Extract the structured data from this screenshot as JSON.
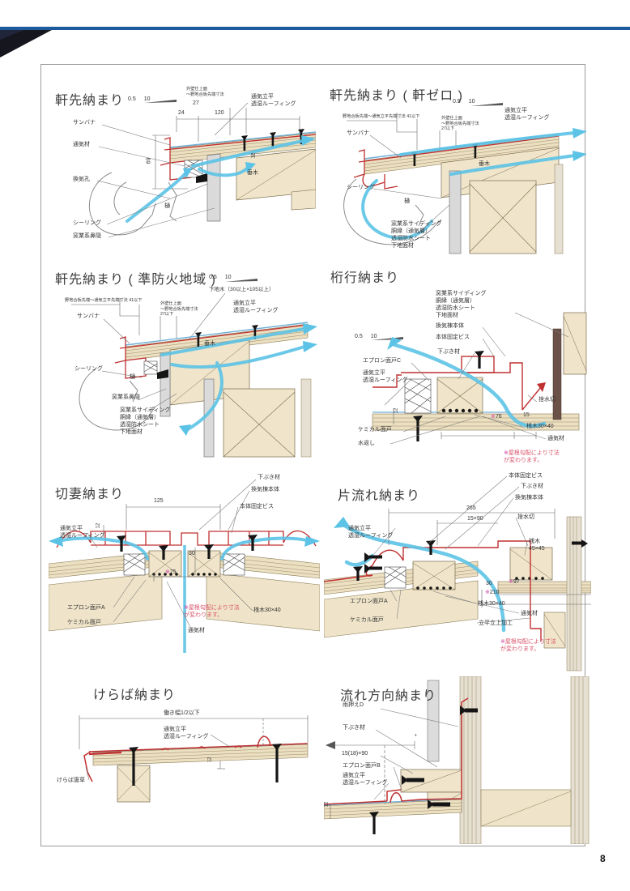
{
  "page": {
    "number": "8"
  },
  "marks": {
    "star": "※",
    "asterisk": "*"
  },
  "shared": {
    "tsuuki": "通気立平\n透湿ルーフィング",
    "list4": "窯業系サイディング\n胴縁（通気層）\n透湿防水シート\n下地面材",
    "note": "屋根勾配により寸法\nが変わります。"
  },
  "diagrams": {
    "d1": {
      "title": "軒先納まり",
      "scale_a": "0.5",
      "scale_b": "10",
      "wall_note": "外壁仕上面\n〜野地合板先端寸法",
      "dim27": "27",
      "dim24": "24",
      "dim120": "120",
      "dim69": "69",
      "dim12": "12",
      "tsuuki": "通気立平\n透湿ルーフィング",
      "sanbana": "サンバナ",
      "tsuukizai": "通気材",
      "kankikou": "換気孔",
      "taruki": "垂木",
      "toi": "樋",
      "sealing": "シーリング",
      "hanakakushi": "窯業系鼻隠"
    },
    "d2": {
      "title": "軒先納まり ( 軒ゼロ )",
      "scale_a": "0.5",
      "scale_b": "10",
      "top_note": "野地合板先端〜通気立平先端寸法  41以下",
      "wall_note": "外壁仕上面\n〜野地合板先端寸法\n27以下",
      "tsuuki": "通気立平\n透湿ルーフィング",
      "sanbana": "サンバナ",
      "taruki": "垂木",
      "sealing": "シーリング",
      "toi": "樋",
      "list4": "窯業系サイディング\n胴縁（通気層）\n透湿防水シート\n下地面材"
    },
    "d3": {
      "title": "軒先納まり ( 準防火地域 )",
      "scale_a": "0.5",
      "scale_b": "10",
      "shitajiki": "下地木（30以上×105以上）",
      "top_note": "野地合板先端〜通気立平先端寸法  41以下",
      "wall_note": "外壁仕上面\n〜野地合板先端寸法\n27以下",
      "tsuuki": "通気立平\n透湿ルーフィング",
      "sanbana": "サンバナ",
      "sealing": "シーリング",
      "toi": "樋",
      "taruki": "垂木",
      "hanakakushi": "窯業系鼻隠",
      "list4": "窯業系サイディング\n胴縁（通気層）\n透湿防水シート\n下地面材"
    },
    "d4": {
      "title": "桁行納まり",
      "scale_a": "0.5",
      "scale_b": "10",
      "list4": "窯業系サイディング\n胴縁（通気層）\n透湿防水シート\n下地面材",
      "kanki_mune": "換気棟本体",
      "hontai_bisu": "本体固定ビス",
      "shitabuki": "下ぶき材",
      "apron_c": "エプロン面戸C",
      "tsuuki": "通気立平\n透湿ルーフィング",
      "sutemizukiri": "捨水切",
      "dim12": "12",
      "dim76": "76",
      "dim15": "15",
      "chemical": "ケミカル面戸",
      "mizukaeshi": "水返し",
      "sangi30": "桟木30×40",
      "tsuukizai": "通気材",
      "note": "屋根勾配により寸法\nが変わります。"
    },
    "d5": {
      "title": "切妻納まり",
      "shitabuki": "下ぶき材",
      "kanki_mune": "換気棟本体",
      "hontai_bisu": "本体固定ビス",
      "dim125": "125",
      "dim12": "12",
      "dim30": "30",
      "dim75": "75",
      "tsuuki": "通気立平\n透湿ルーフィング",
      "apron_a": "エプロン面戸A",
      "chemical": "ケミカル面戸",
      "tsuukizai": "通気材",
      "sangi30": "桟木30×40",
      "note": "屋根勾配により寸法\nが変わります。"
    },
    "d6": {
      "title": "片流れ納まり",
      "hontai_bisu": "本体固定ビス",
      "shitabuki": "下ぶき材",
      "kanki_mune": "換気棟本体",
      "sutemizukiri": "捨水切",
      "dim265": "265",
      "dim1590": "15×90",
      "dim30": "30",
      "dim97": "97",
      "dim210": "210",
      "tsuuki": "通気立平\n透湿ルーフィング",
      "sangi45": "桟木\n45×45",
      "apron_a": "エプロン面戸A",
      "chemical": "ケミカル面戸",
      "sangi30": "桟木30×40",
      "tsuukizai": "通気材",
      "tatehira": "立平立上加工",
      "note": "屋根勾配により寸法\nが変わります。"
    },
    "d7": {
      "title": "けらば納まり",
      "hataraki": "働き幅1/2以下",
      "tsuuki": "通気立平\n透湿ルーフィング",
      "dim12": "12",
      "karakusa": "けらば唐草"
    },
    "d8": {
      "title": "流れ方向納まり",
      "amaosae": "雨押えD",
      "shitabuki": "下ぶき材",
      "dim1590": "15(18)×90",
      "apron_b": "エプロン面戸B",
      "tsuuki": "通気立平\n透湿ルーフィング",
      "dim12": "12"
    }
  }
}
